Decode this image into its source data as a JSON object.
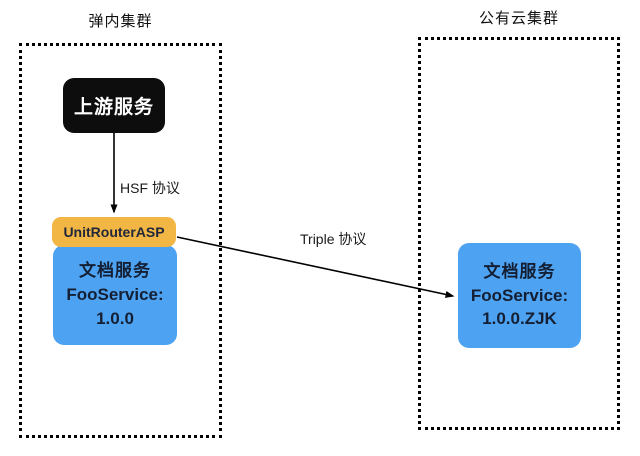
{
  "clusters": {
    "left": {
      "title": "弹内集群"
    },
    "right": {
      "title": "公有云集群"
    }
  },
  "nodes": {
    "upstream": {
      "label": "上游服务"
    },
    "unit_router": {
      "label": "UnitRouterASP"
    },
    "left_service": {
      "title": "文档服务",
      "name": "FooService:",
      "version": "1.0.0"
    },
    "right_service": {
      "title": "文档服务",
      "name": "FooService:",
      "version": "1.0.0.ZJK"
    }
  },
  "edges": {
    "hsf": {
      "label": "HSF 协议"
    },
    "triple": {
      "label": "Triple 协议"
    }
  },
  "colors": {
    "upstream_bg": "#0d0d0d",
    "router_bg": "#f2b645",
    "service_bg": "#4da3f2",
    "arrow": "#000000"
  }
}
